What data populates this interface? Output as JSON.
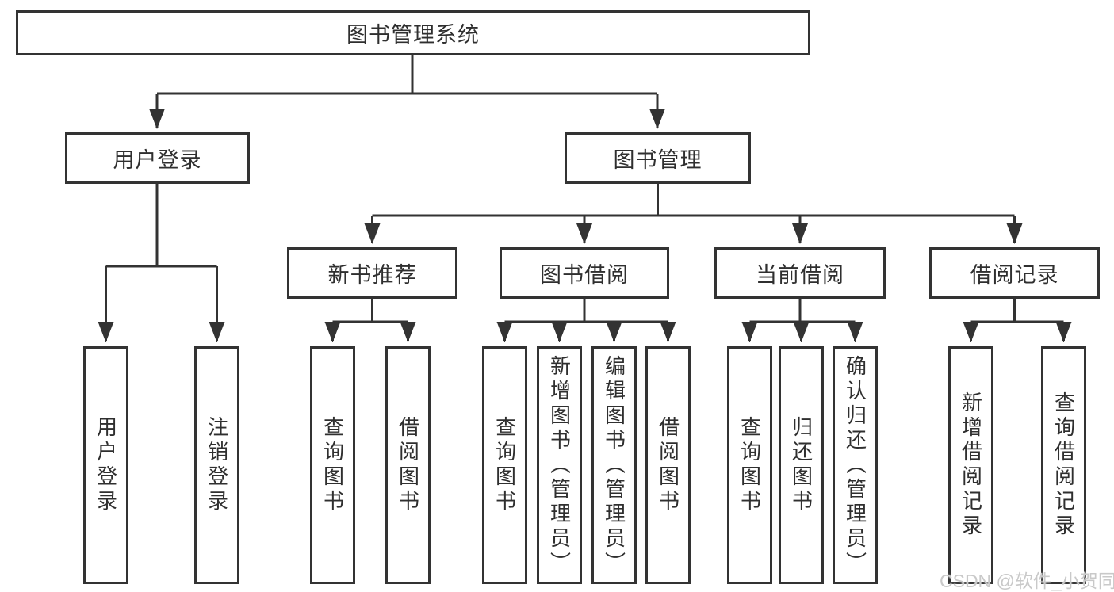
{
  "diagram": {
    "root": {
      "label": "图书管理系统"
    },
    "level2": [
      {
        "label": "用户登录"
      },
      {
        "label": "图书管理"
      }
    ],
    "level3": [
      {
        "label": "新书推荐"
      },
      {
        "label": "图书借阅"
      },
      {
        "label": "当前借阅"
      },
      {
        "label": "借阅记录"
      }
    ],
    "leaves": {
      "user_login": [
        "用户登录",
        "注销登录"
      ],
      "new_book": [
        "查询图书",
        "借阅图书"
      ],
      "book_borrow": [
        "查询图书",
        "新增图书（管理员）",
        "编辑图书（管理员）",
        "借阅图书"
      ],
      "current_borrow": [
        "查询图书",
        "归还图书",
        "确认归还（管理员）"
      ],
      "borrow_records": [
        "新增借阅记录",
        "查询借阅记录"
      ]
    }
  },
  "watermark": {
    "text": "CSDN @软件_小贺同学"
  },
  "colors": {
    "line": "#333333",
    "box_border": "#333333",
    "text": "#2f2f2f",
    "watermark": "#c9c9c9",
    "background": "#ffffff"
  }
}
